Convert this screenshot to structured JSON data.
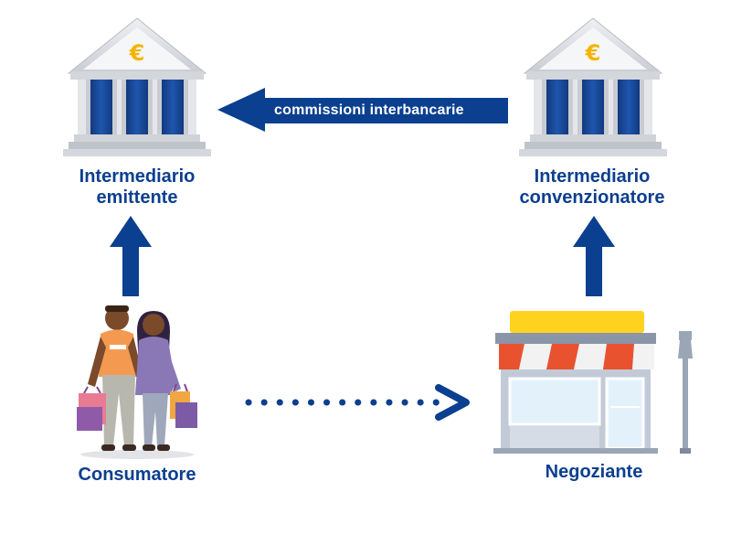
{
  "nodes": {
    "issuer": {
      "line1": "Intermediario",
      "line2": "emittente"
    },
    "acquirer": {
      "line1": "Intermediario",
      "line2": "convenzionatore"
    },
    "consumer": {
      "label": "Consumatore"
    },
    "merchant": {
      "label": "Negoziante"
    }
  },
  "edges": {
    "interbank": {
      "label": "commissioni interbancarie"
    }
  },
  "icons": {
    "bank_symbol": "€"
  },
  "colors": {
    "arrow": "#0b3f8f",
    "label": "#0b3f8f",
    "bank_column": "#1a4a9b",
    "bank_roof": "#d6d9de",
    "euro": "#f4b400",
    "awning_red": "#e8522f",
    "sign_yellow": "#ffd21f"
  }
}
